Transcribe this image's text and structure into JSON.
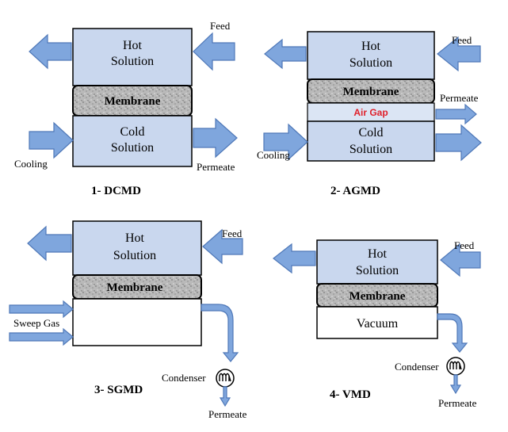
{
  "colors": {
    "chamber": "#c9d7ee",
    "arrow": "#7fa6dd",
    "arrow_stroke": "#4f78b8",
    "membrane": "#b8b8b8",
    "air_gap_text": "#e0202a"
  },
  "dcmd": {
    "hot": [
      "Hot",
      "Solution"
    ],
    "membrane": "Membrane",
    "cold": [
      "Cold",
      "Solution"
    ],
    "feed": "Feed",
    "cooling": "Cooling",
    "permeate": "Permeate",
    "caption": "1- DCMD"
  },
  "agmd": {
    "hot": [
      "Hot",
      "Solution"
    ],
    "membrane": "Membrane",
    "air_gap": "Air Gap",
    "cold": [
      "Cold",
      "Solution"
    ],
    "feed": "Feed",
    "cooling": "Cooling",
    "permeate": "Permeate",
    "caption": "2-  AGMD"
  },
  "sgmd": {
    "hot": [
      "Hot",
      "Solution"
    ],
    "membrane": "Membrane",
    "feed": "Feed",
    "sweep_gas": "Sweep Gas",
    "condenser": "Condenser",
    "permeate": "Permeate",
    "caption": "3- SGMD"
  },
  "vmd": {
    "hot": [
      "Hot",
      "Solution"
    ],
    "membrane": "Membrane",
    "vacuum": "Vacuum",
    "feed": "Feed",
    "condenser": "Condenser",
    "permeate": "Permeate",
    "caption": "4- VMD"
  }
}
